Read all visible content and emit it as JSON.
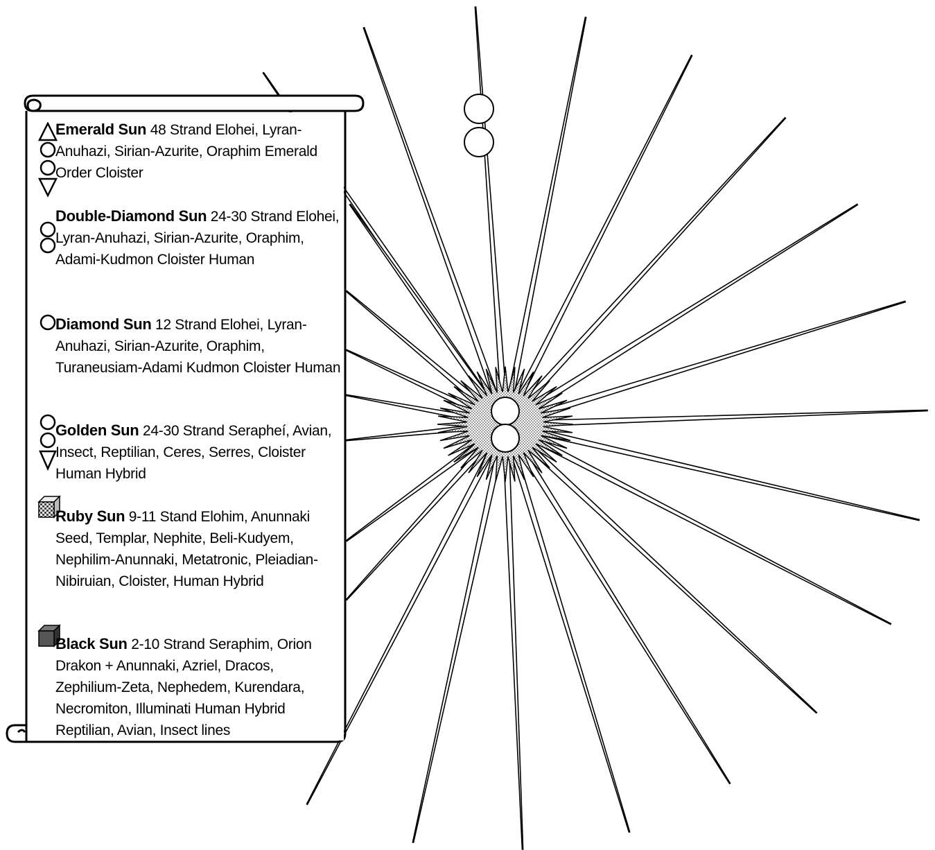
{
  "legend": {
    "entries": [
      {
        "id": "emerald",
        "name": "Emerald Sun",
        "text": " 48 Strand Elohei, Lyran-Anuhazi, Sirian-Azurite, Oraphim Emerald Order Cloister",
        "symbol": "triangle-circle-circle-triangle"
      },
      {
        "id": "double-diamond",
        "name": "Double-Diamond Sun",
        "text": " 24-30 Strand Elohei, Lyran-Anuhazi, Sirian-Azurite, Oraphim, Adami-Kudmon Cloister Human",
        "symbol": "double-circle"
      },
      {
        "id": "diamond",
        "name": "Diamond Sun",
        "text": " 12 Strand Elohei, Lyran-Anuhazi, Sirian-Azurite, Oraphim, Turaneusiam-Adami Kudmon Cloister Human",
        "symbol": "circle"
      },
      {
        "id": "golden",
        "name": "Golden Sun",
        "text": " 24-30 Strand Serapheí, Avian, Insect, Reptilian, Ceres, Serres, Cloister Human Hybrid",
        "symbol": "circle-circle-triangle"
      },
      {
        "id": "ruby",
        "name": "Ruby Sun",
        "text": " 9-11 Stand Elohim, Anunnaki Seed, Templar, Nephite, Beli-Kudyem, Nephilim-Anunnaki, Metatronic, Pleiadian-Nibiruian, Cloister, Human Hybrid",
        "symbol": "checkered-cube"
      },
      {
        "id": "black",
        "name": "Black Sun",
        "text": " 2-10 Strand Seraphim, Orion Drakon + Anunnaki, Azriel, Dracos, Zephilium-Zeta, Nephedem, Kurendara, Necromiton, Illuminati Human Hybrid Reptilian, Avian, Insect lines",
        "symbol": "dark-cube"
      }
    ]
  },
  "colors": {
    "ink": "#000000",
    "paper": "#ffffff",
    "core_fill": "#c8c8c8",
    "cube_dark": "#555555"
  }
}
